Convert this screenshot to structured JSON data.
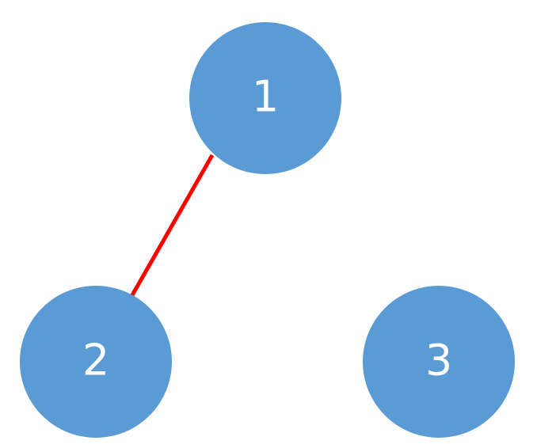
{
  "graph": {
    "node_color": "#5b9bd5",
    "label_color": "#ffffff",
    "edge_color": "#ff0000",
    "nodes": [
      {
        "id": "1",
        "label": "1"
      },
      {
        "id": "2",
        "label": "2"
      },
      {
        "id": "3",
        "label": "3"
      }
    ],
    "edges": [
      {
        "from": "1",
        "to": "2"
      }
    ]
  }
}
